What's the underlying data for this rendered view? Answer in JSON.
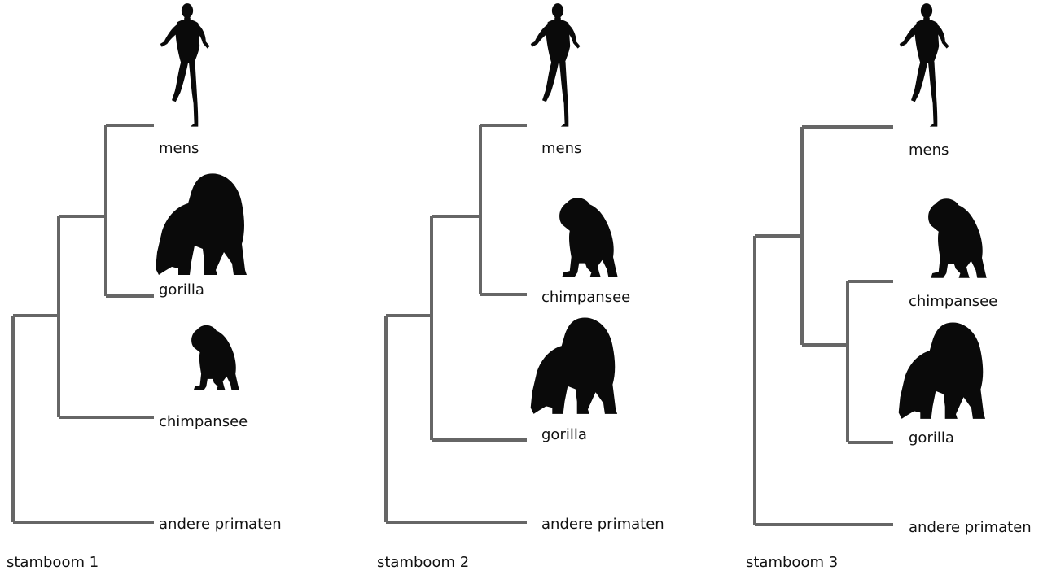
{
  "colors": {
    "branch": "#666666",
    "silhouette": "#0a0a0a",
    "text": "#111111"
  },
  "trees": [
    {
      "caption": "stamboom 1",
      "leaves": [
        {
          "label": "mens",
          "icon": "human-icon"
        },
        {
          "label": "gorilla",
          "icon": "gorilla-icon"
        },
        {
          "label": "chimpansee",
          "icon": "chimpanzee-icon"
        },
        {
          "label": "andere primaten",
          "icon": ""
        }
      ]
    },
    {
      "caption": "stamboom 2",
      "leaves": [
        {
          "label": "mens",
          "icon": "human-icon"
        },
        {
          "label": "chimpansee",
          "icon": "chimpanzee-icon"
        },
        {
          "label": "gorilla",
          "icon": "gorilla-icon"
        },
        {
          "label": "andere primaten",
          "icon": ""
        }
      ]
    },
    {
      "caption": "stamboom 3",
      "leaves": [
        {
          "label": "mens",
          "icon": "human-icon"
        },
        {
          "label": "chimpansee",
          "icon": "chimpanzee-icon"
        },
        {
          "label": "gorilla",
          "icon": "gorilla-icon"
        },
        {
          "label": "andere primaten",
          "icon": ""
        }
      ]
    }
  ]
}
